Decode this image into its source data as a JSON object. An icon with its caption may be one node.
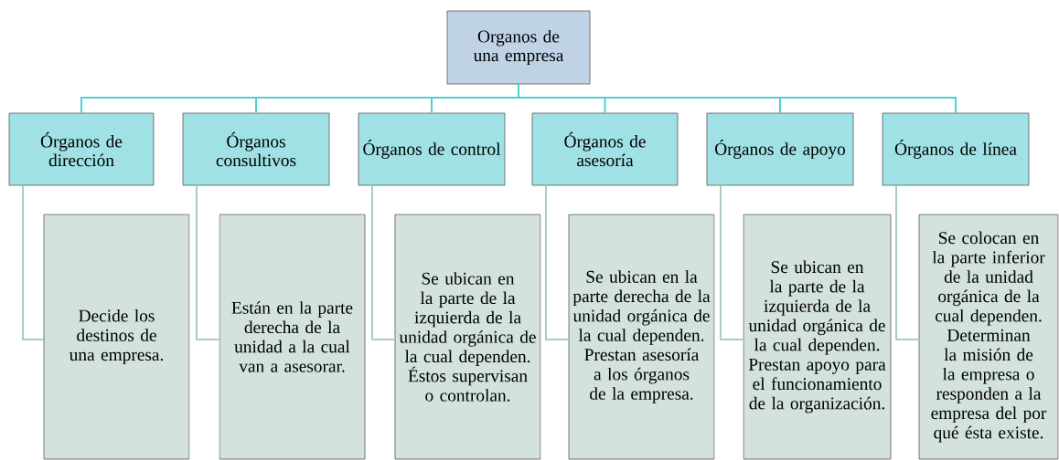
{
  "diagram": {
    "nodes": [
      {
        "text": [
          "Organos de una empresa"
        ]
      },
      {
        "text": [
          "Órganos de dirección"
        ]
      },
      {
        "text": [
          "Órganos consultivos"
        ]
      },
      {
        "text": [
          "Órganos de control"
        ]
      },
      {
        "text": [
          "Órganos de asesoría"
        ]
      },
      {
        "text": [
          "Órganos de apoyo"
        ]
      },
      {
        "text": [
          "Órganos de línea"
        ]
      },
      {
        "text": [
          "Decide los destinos de una empresa."
        ]
      },
      {
        "text": [
          "Están en la parte derecha de la unidad a la cual van a asesorar."
        ]
      },
      {
        "text": [
          "Se ubican en la parte de la izquierda de la unidad orgánica de la cual dependen. Éstos supervisan o controlan."
        ]
      },
      {
        "text": [
          "Se ubican en la parte derecha de la unidad orgánica de la cual dependen. Prestan asesoría a los órganos de la empresa."
        ]
      },
      {
        "text": [
          "Se ubican en la parte de la izquierda de la unidad orgánica de la cual dependen. Prestan apoyo para el funcionamiento de la organización."
        ]
      },
      {
        "text": [
          "Se colocan en la parte inferior de la unidad orgánica de la cual dependen. Determinan la misión de la empresa o responden a la empresa del por qué ésta existe."
        ]
      }
    ],
    "edges": [
      {
        "from": 0,
        "to": 1,
        "arrow": "none"
      },
      {
        "from": 0,
        "to": 2,
        "arrow": "none"
      },
      {
        "from": 0,
        "to": 3,
        "arrow": "none"
      },
      {
        "from": 0,
        "to": 4,
        "arrow": "none"
      },
      {
        "from": 0,
        "to": 5,
        "arrow": "none"
      },
      {
        "from": 0,
        "to": 6,
        "arrow": "none"
      },
      {
        "from": 1,
        "to": 7,
        "arrow": "none",
        "color": "#a8ccc6"
      },
      {
        "from": 2,
        "to": 8,
        "arrow": "none",
        "color": "#a8ccc6"
      },
      {
        "from": 3,
        "to": 9,
        "arrow": "none",
        "color": "#a8ccc6"
      },
      {
        "from": 4,
        "to": 10,
        "arrow": "none",
        "color": "#a8ccc6"
      },
      {
        "from": 5,
        "to": 11,
        "arrow": "none",
        "color": "#a8ccc6"
      },
      {
        "from": 6,
        "to": 12,
        "arrow": "none",
        "color": "#a8ccc6"
      }
    ]
  }
}
